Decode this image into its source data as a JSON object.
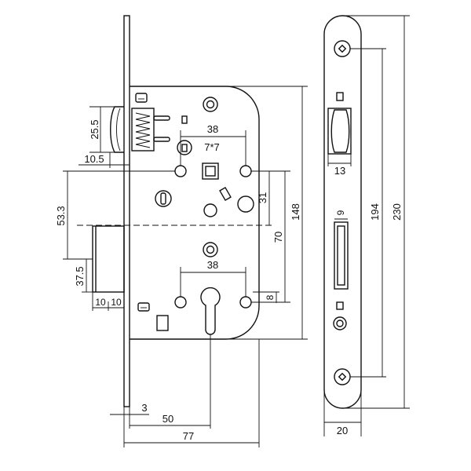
{
  "side_view": {
    "latch_height": "25.5",
    "latch_projection": "10.5",
    "upper_hole_spacing": "38",
    "spindle_square": "7*7",
    "spindle_to_bolt_center": "53.3",
    "bolt_height": "37.5",
    "bolt_width_left": "10",
    "bolt_width_right": "10",
    "spindle_to_bolt_top": "31",
    "spindle_to_cylinder": "70",
    "case_height": "148",
    "lower_hole_spacing": "38",
    "cylinder_hole_offset": "8",
    "faceplate_thickness": "3",
    "backset": "50",
    "case_depth": "77"
  },
  "front_view": {
    "latch_slot_width": "13",
    "bolt_slot_width": "9",
    "screw_spacing": "194",
    "faceplate_height": "230",
    "faceplate_width": "20"
  }
}
